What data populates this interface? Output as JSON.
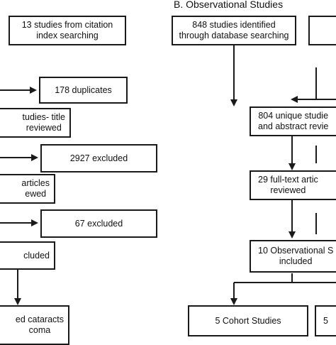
{
  "panel_b": {
    "heading": "B. Observational Studies"
  },
  "panel_a": {
    "citation_box": [
      "13 studies from citation",
      "index searching"
    ],
    "duplicates_box": [
      "178 duplicates"
    ],
    "screen_box": [
      "tudies- title",
      "reviewed"
    ],
    "excluded1_box": [
      "2927 excluded"
    ],
    "fulltext_box": [
      "articles",
      "ewed"
    ],
    "excluded2_box": [
      "67 excluded"
    ],
    "included_box": [
      "cluded"
    ],
    "final_box": [
      "ed cataracts",
      "coma"
    ]
  },
  "panel_b_boxes": {
    "identified_box": [
      "848 studies identified",
      "through database searching"
    ],
    "unique_box": [
      "804 unique studie",
      "and abstract revie"
    ],
    "fulltext_box": [
      "29 full-text artic",
      "reviewed"
    ],
    "included_box": [
      "10 Observational S",
      "included"
    ],
    "cohort_box": [
      "5 Cohort Studies"
    ],
    "other_box": [
      "5"
    ]
  }
}
